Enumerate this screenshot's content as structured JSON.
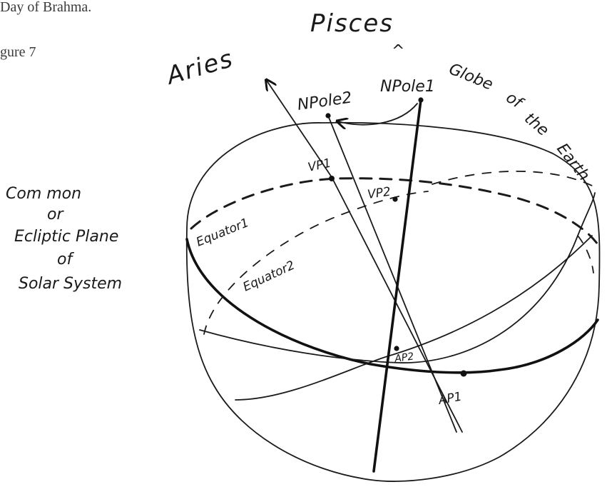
{
  "page_text": {
    "top_line": "Day of Brahma.",
    "figure_label": "gure 7"
  },
  "labels": {
    "pisces": "Pisces",
    "pisces_arrow": "^",
    "aries": "Aries",
    "npole1": "NPole1",
    "npole2": "NPole2",
    "globe": [
      "Globe",
      "of",
      "the",
      "Earth"
    ],
    "vp1": "VP1",
    "vp2": "VP2",
    "equator1": "Equator1",
    "equator2": "Equator2",
    "ap1": "AP1",
    "ap2": "AP2",
    "plane_lines": [
      "Com mon",
      "or",
      "Ecliptic Plane",
      "of",
      "Solar System"
    ]
  }
}
